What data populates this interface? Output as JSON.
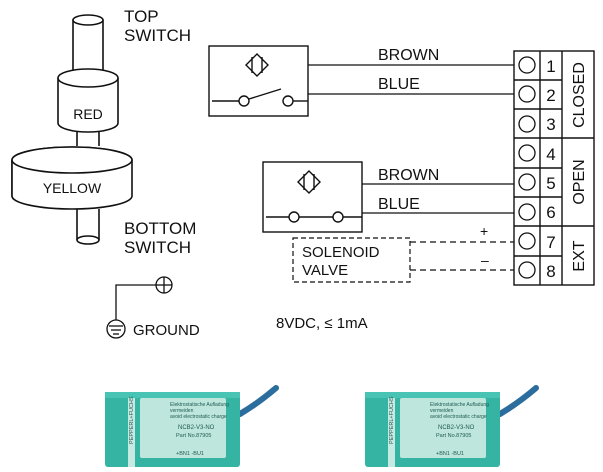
{
  "labels": {
    "top_switch_line1": "TOP",
    "top_switch_line2": "SWITCH",
    "red": "RED",
    "yellow": "YELLOW",
    "bottom_switch_line1": "BOTTOM",
    "bottom_switch_line2": "SWITCH",
    "ground": "GROUND",
    "solenoid_line1": "SOLENOID",
    "solenoid_line2": "VALVE",
    "plus": "+",
    "minus": "–",
    "power_spec": "8VDC, ≤ 1mA"
  },
  "wires": {
    "top_brown": "BROWN",
    "top_blue": "BLUE",
    "bottom_brown": "BROWN",
    "bottom_blue": "BLUE"
  },
  "terminal_block": {
    "terminals": [
      "1",
      "2",
      "3",
      "4",
      "5",
      "6",
      "7",
      "8"
    ],
    "groups": [
      "CLOSED",
      "OPEN",
      "EXT"
    ]
  },
  "sensor_photo": {
    "brand_text": "PEPPERL+FUCHS",
    "model": "NCB2-V3-NO",
    "part_no": "Part No.87905",
    "warning_line1": "Elektrostatische Aufladung",
    "warning_line2": "vermeiden",
    "warning_line3": "avoid electrostatic charge",
    "pins": "+BN1  -BU1"
  },
  "colors": {
    "line": "#111111",
    "sensor_body": "#35b3a3",
    "sensor_cable": "#2b6e9e",
    "sensor_label": "#bfe6dc"
  }
}
